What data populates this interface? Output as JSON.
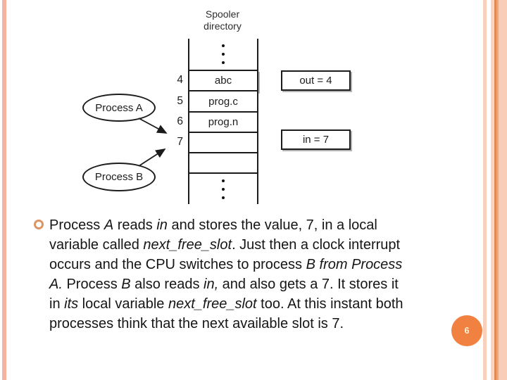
{
  "page": {
    "number": "6"
  },
  "diagram": {
    "title": "Spooler\ndirectory",
    "slots": [
      {
        "index": "4",
        "value": "abc"
      },
      {
        "index": "5",
        "value": "prog.c"
      },
      {
        "index": "6",
        "value": "prog.n"
      },
      {
        "index": "7",
        "value": ""
      },
      {
        "index": "",
        "value": ""
      }
    ],
    "pointers": [
      {
        "label": "out = 4"
      },
      {
        "label": "in = 7"
      }
    ],
    "processes": [
      {
        "label": "Process A"
      },
      {
        "label": "Process B"
      }
    ]
  },
  "body": {
    "lines": [
      [
        {
          "t": "Process ",
          "i": false
        },
        {
          "t": "A",
          "i": true
        },
        {
          "t": " reads ",
          "i": false
        },
        {
          "t": "in",
          "i": true
        },
        {
          "t": " and stores the value, 7, in a local",
          "i": false
        }
      ],
      [
        {
          "t": "variable called ",
          "i": false
        },
        {
          "t": "next_free_slot",
          "i": true
        },
        {
          "t": ". Just then a clock interrupt",
          "i": false
        }
      ],
      [
        {
          "t": "occurs and the CPU switches to process ",
          "i": false
        },
        {
          "t": "B from Process",
          "i": true
        }
      ],
      [
        {
          "t": "A.",
          "i": true
        },
        {
          "t": " Process ",
          "i": false
        },
        {
          "t": "B",
          "i": true
        },
        {
          "t": " also reads ",
          "i": false
        },
        {
          "t": "in,",
          "i": true
        },
        {
          "t": " and also gets a 7. It stores it",
          "i": false
        }
      ],
      [
        {
          "t": "in ",
          "i": false
        },
        {
          "t": "its",
          "i": true
        },
        {
          "t": " local variable ",
          "i": false
        },
        {
          "t": "next_free_slot",
          "i": true
        },
        {
          "t": " too. At this instant both",
          "i": false
        }
      ],
      [
        {
          "t": "processes think that the next available slot is 7.",
          "i": false
        }
      ]
    ]
  },
  "colors": {
    "stripe_salmon": "#f4b49d",
    "stripe_light_pink": "#f9d0be",
    "stripe_dark_line": "#de8a52",
    "stripe_mid_orange": "#f1a678",
    "badge_orange": "#f08141",
    "bullet_ring_orange": "#dc9463",
    "diagram_ink": "#1b1b1b",
    "body_text": "#151515"
  }
}
